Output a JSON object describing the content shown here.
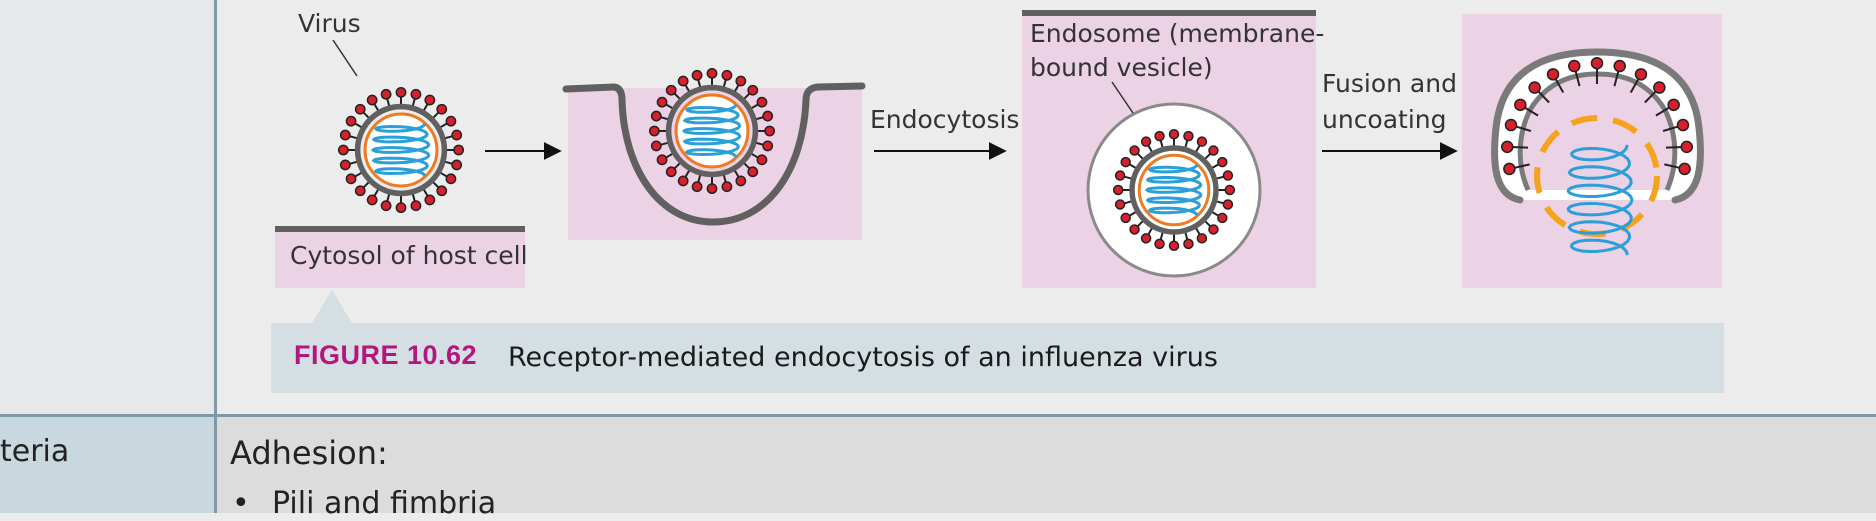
{
  "figure": {
    "number": "FIGURE 10.62",
    "caption": "Receptor-mediated endocytosis of an influenza virus",
    "labels": {
      "virus": "Virus",
      "cytosol": "Cytosol of host cell",
      "endocytosis": "Endocytosis",
      "endosome_line1": "Endosome (membrane-",
      "endosome_line2": "bound vesicle)",
      "fusion_line1": "Fusion and",
      "fusion_line2": "uncoating"
    },
    "colors": {
      "panel_bg": "#ecd2e5",
      "membrane": "#606060",
      "spike_head": "#d8202d",
      "capsid": "#f07a22",
      "rna": "#2a9fd8",
      "uncoated_capsid": "#f5a31c"
    }
  },
  "table": {
    "left_cell": "teria",
    "heading": "Adhesion:",
    "bullet_1": "Pili and fimbria"
  }
}
